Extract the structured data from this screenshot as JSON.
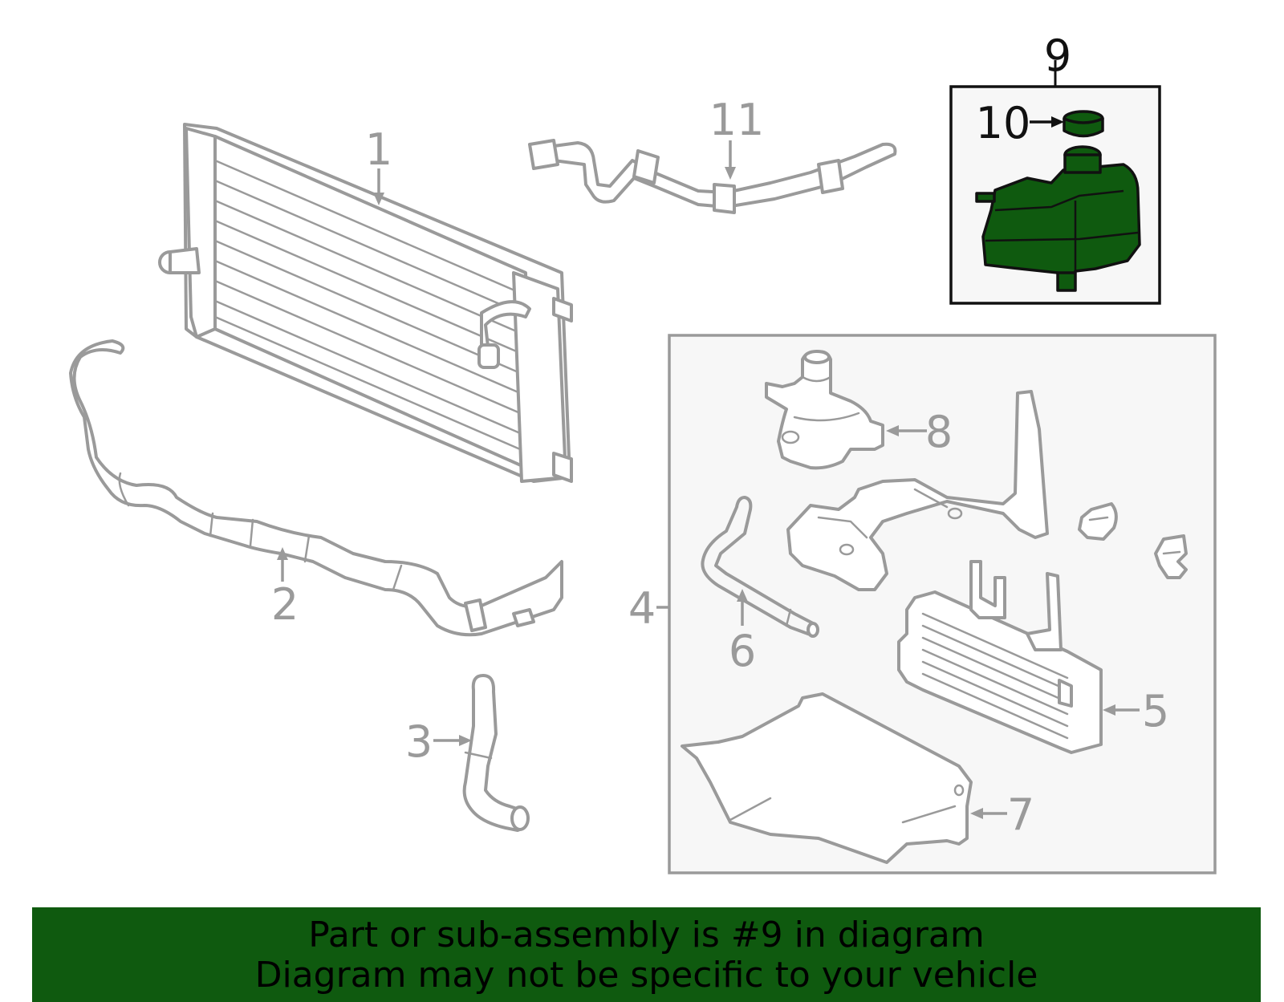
{
  "diagram": {
    "callouts": {
      "c1": "1",
      "c2": "2",
      "c3": "3",
      "c4": "4",
      "c5": "5",
      "c6": "6",
      "c7": "7",
      "c8": "8",
      "c9": "9",
      "c10": "10",
      "c11": "11"
    },
    "highlight_color": "#0f5a0f",
    "line_color": "#9a9a9a"
  },
  "banner": {
    "line1": "Part or sub-assembly is #9 in diagram",
    "line2": "Diagram may not be specific to your vehicle"
  }
}
